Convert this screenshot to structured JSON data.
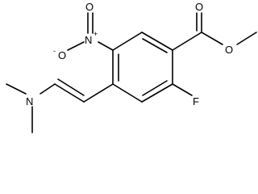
{
  "molecule": {
    "atoms": {
      "nitrogen_amine": "N",
      "nitro_nitrogen": "N",
      "nitro_oxygen_top": "O",
      "nitro_oxygen_left": "O",
      "nitro_charge_plus": "+",
      "nitro_charge_minus": "-",
      "ester_carbonyl_oxygen": "O",
      "ester_ether_oxygen": "O",
      "fluorine": "F"
    }
  }
}
